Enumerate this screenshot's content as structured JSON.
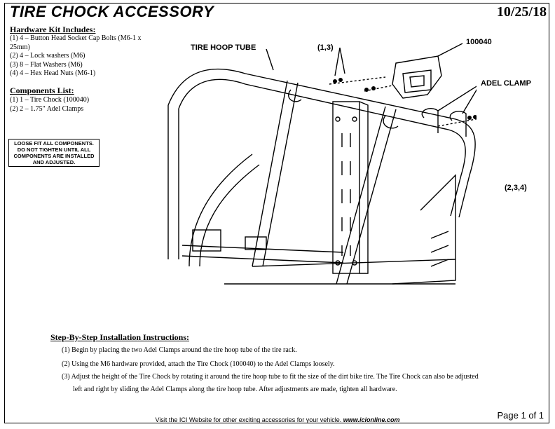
{
  "header": {
    "title": "TIRE CHOCK ACCESSORY",
    "date": "10/25/18"
  },
  "hardware_kit": {
    "heading": "Hardware Kit Includes:",
    "items": [
      "(1) 4 – Button Head Socket Cap Bolts (M6-1 x",
      "25mm)",
      "(2) 4 – Lock washers (M6)",
      "(3) 8 – Flat Washers (M6)",
      "(4) 4 – Hex Head Nuts (M6-1)"
    ]
  },
  "components": {
    "heading": "Components List:",
    "items": [
      "(1) 1 – Tire Chock (100040)",
      "(2) 2 – 1.75\" Adel Clamps"
    ]
  },
  "warning": {
    "lines": [
      "LOOSE FIT ALL COMPONENTS.",
      "DO NOT TIGHTEN UNTIL ALL",
      "COMPONENTS ARE INSTALLED",
      "AND ADJUSTED."
    ]
  },
  "diagram": {
    "callouts": {
      "tire_hoop_tube": "TIRE HOOP TUBE",
      "bolt_group": "(1,3)",
      "part_number": "100040",
      "adel_clamp": "ADEL CLAMP",
      "nut_group": "(2,3,4)"
    }
  },
  "instructions": {
    "heading": "Step-By-Step Installation Instructions:",
    "steps": [
      "(1) Begin by placing the two Adel Clamps around the tire hoop tube of the tire rack.",
      "(2) Using the M6 hardware provided, attach the Tire Chock (100040) to the Adel Clamps loosely.",
      "(3) Adjust the height of the Tire Chock by rotating it around the tire hoop tube to fit the size of the dirt bike tire. The Tire Chock can also be adjusted",
      "left and right by sliding the Adel Clamps along the tire hoop tube. After adjustments are made, tighten all hardware."
    ]
  },
  "footer": {
    "text": "Visit the ICI Website for other exciting accessories for your vehicle.",
    "url": "www.icionline.com",
    "page": "Page 1 of 1"
  }
}
